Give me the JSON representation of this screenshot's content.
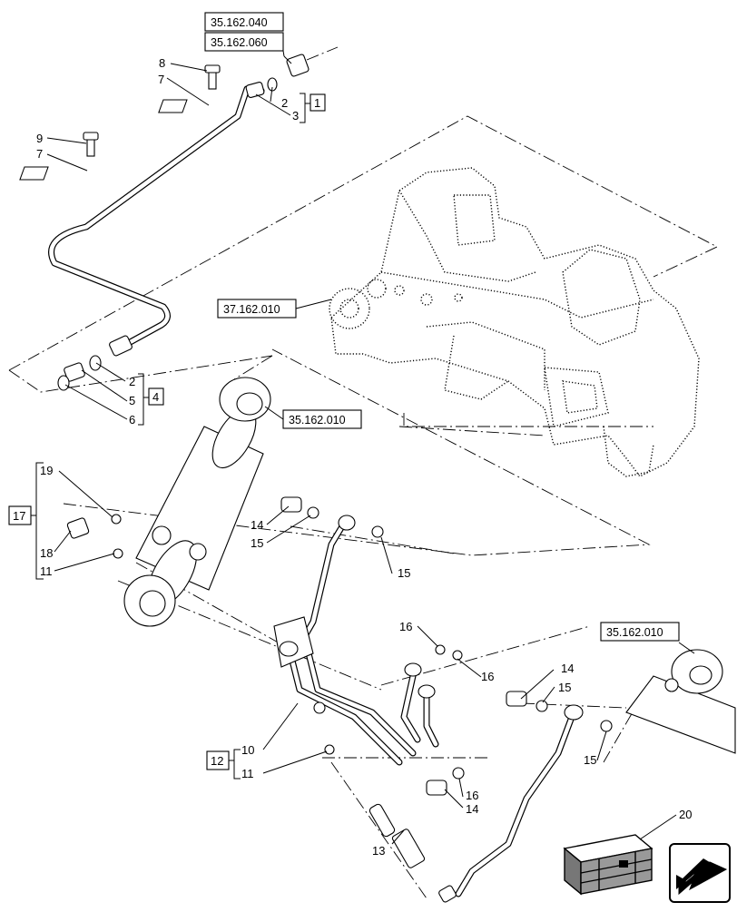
{
  "diagram": {
    "callouts": [
      {
        "id": "c2a",
        "label": "2"
      },
      {
        "id": "c3",
        "label": "3"
      },
      {
        "id": "c7a",
        "label": "7"
      },
      {
        "id": "c8",
        "label": "8"
      },
      {
        "id": "c9",
        "label": "9"
      },
      {
        "id": "c7b",
        "label": "7"
      },
      {
        "id": "c2b",
        "label": "2"
      },
      {
        "id": "c5",
        "label": "5"
      },
      {
        "id": "c6",
        "label": "6"
      },
      {
        "id": "c19",
        "label": "19"
      },
      {
        "id": "c18",
        "label": "18"
      },
      {
        "id": "c11a",
        "label": "11"
      },
      {
        "id": "c14a",
        "label": "14"
      },
      {
        "id": "c15a",
        "label": "15"
      },
      {
        "id": "c15b",
        "label": "15"
      },
      {
        "id": "c16a",
        "label": "16"
      },
      {
        "id": "c16b",
        "label": "16"
      },
      {
        "id": "c14b",
        "label": "14"
      },
      {
        "id": "c15c",
        "label": "15"
      },
      {
        "id": "c15d",
        "label": "15"
      },
      {
        "id": "c10",
        "label": "10"
      },
      {
        "id": "c11b",
        "label": "11"
      },
      {
        "id": "c16c",
        "label": "16"
      },
      {
        "id": "c14c",
        "label": "14"
      },
      {
        "id": "c13",
        "label": "13"
      },
      {
        "id": "c20",
        "label": "20"
      }
    ],
    "group_boxes": [
      {
        "id": "g1",
        "label": "1"
      },
      {
        "id": "g4",
        "label": "4"
      },
      {
        "id": "g17",
        "label": "17"
      },
      {
        "id": "g12",
        "label": "12"
      }
    ],
    "references": [
      {
        "id": "r1",
        "label": "35.162.040"
      },
      {
        "id": "r2",
        "label": "35.162.060"
      },
      {
        "id": "r3",
        "label": "37.162.010"
      },
      {
        "id": "r4",
        "label": "35.162.010"
      },
      {
        "id": "r5",
        "label": "35.162.010"
      }
    ],
    "nav_icon": "arrow-down-left-icon",
    "kit_icon": "crate-icon"
  }
}
